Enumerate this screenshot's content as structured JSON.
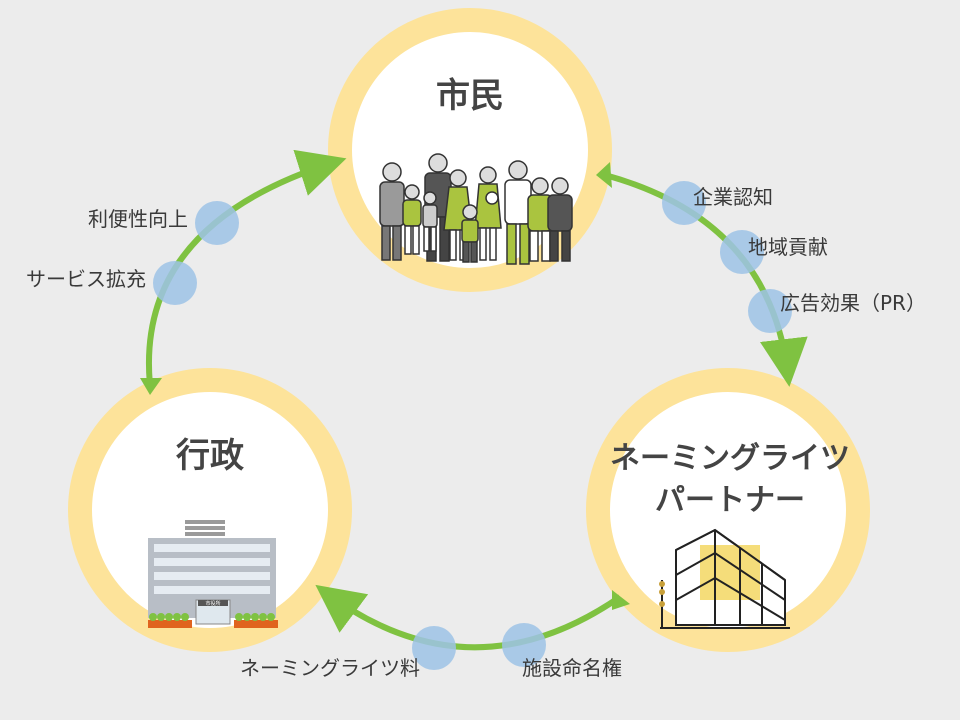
{
  "nodes": {
    "citizen": "市民",
    "government": "行政",
    "partner_line1": "ネーミングライツ",
    "partner_line2": "パートナー"
  },
  "labels": {
    "convenience": "利便性向上",
    "service": "サービス拡充",
    "corporate": "企業認知",
    "community": "地域貢献",
    "advertising": "広告効果（PR）",
    "fee": "ネーミングライツ料",
    "naming": "施設命名権"
  },
  "building_sign": "市役所",
  "colors": {
    "ring": "#fde39a",
    "arrow": "#7fc241",
    "dot": "#9ec3e6",
    "people_green": "#aac43f"
  }
}
